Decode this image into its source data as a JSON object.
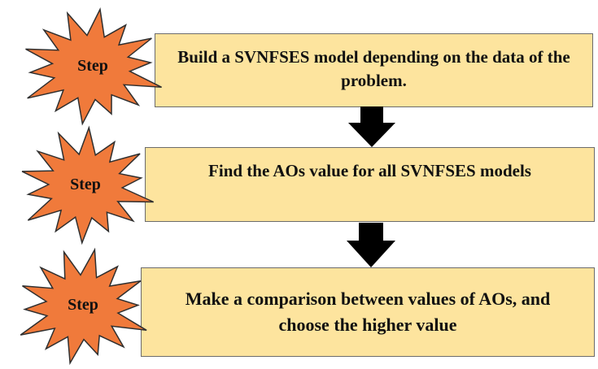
{
  "colors": {
    "box_fill": "#fde49e",
    "box_border": "#6b6b6b",
    "star_fill": "#f07a3b",
    "star_border": "#2f2f2f",
    "arrow": "#000000"
  },
  "steps": [
    {
      "badge": "Step",
      "text": "Build a SVNFSES model depending on the data of the problem."
    },
    {
      "badge": "Step",
      "text": "Find the AOs value for all SVNFSES models"
    },
    {
      "badge": "Step",
      "text": "Make a comparison between values of AOs, and choose the higher value"
    }
  ]
}
